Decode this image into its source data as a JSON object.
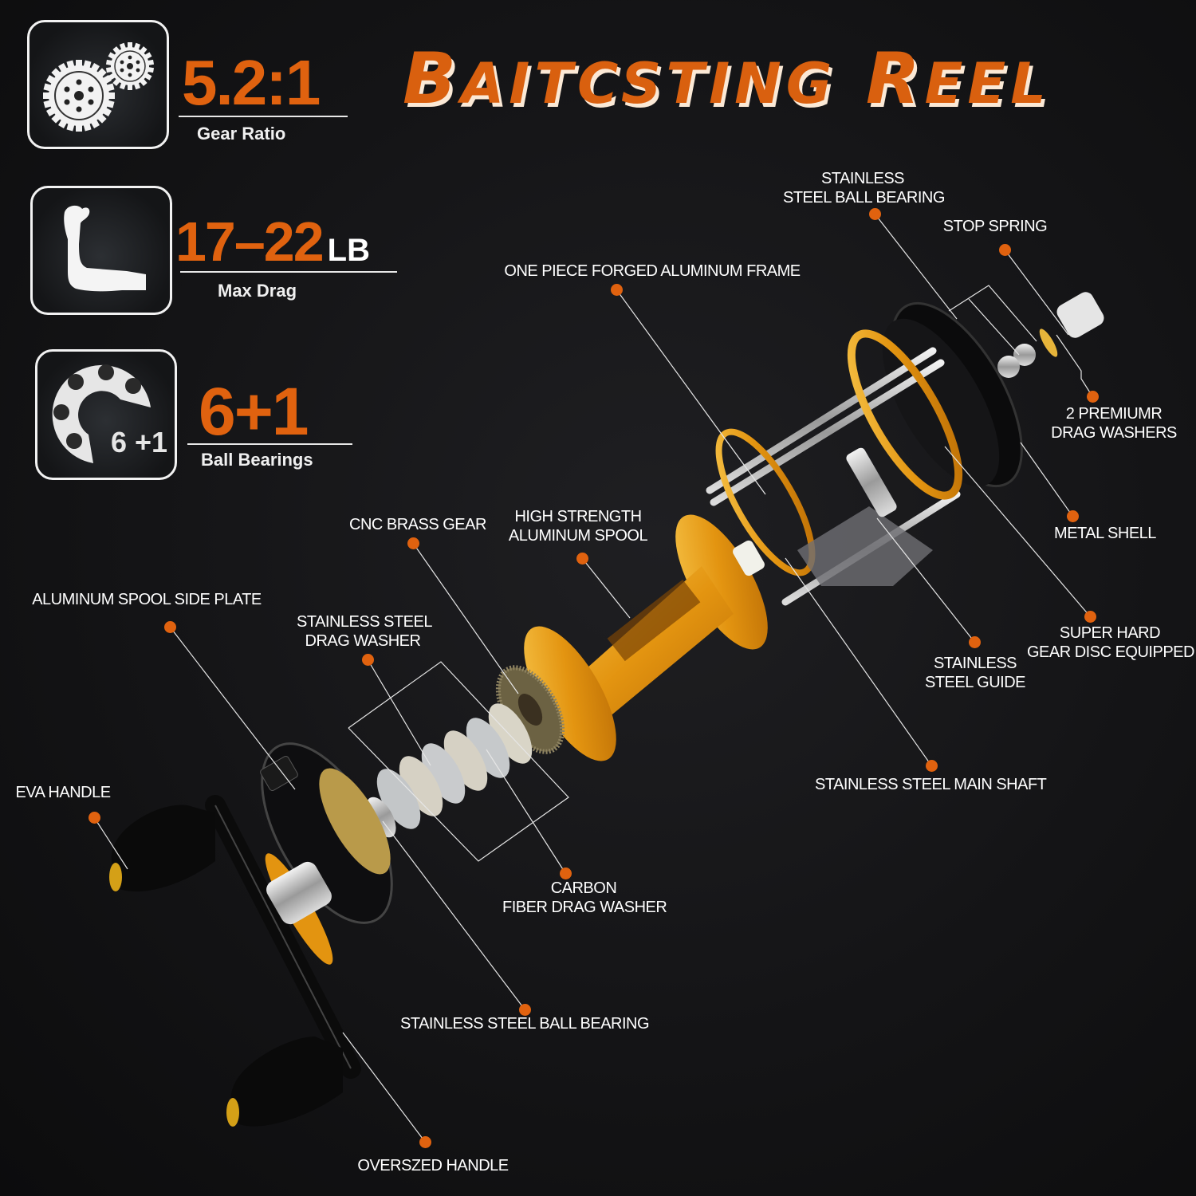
{
  "title": {
    "first_letter": "B",
    "rest_first": "AITCSTING",
    "space": " ",
    "second_letter": "R",
    "rest_second": "EEL"
  },
  "specs": [
    {
      "icon": "gears-icon",
      "value": "5.2:1",
      "unit": "",
      "label": "Gear Ratio"
    },
    {
      "icon": "flexed-arm-icon",
      "value": "17–22",
      "unit": "LB",
      "label": "Max Drag"
    },
    {
      "icon": "ball-bearing-icon",
      "icon_text": "6 +1",
      "value": "6+1",
      "unit": "",
      "label": "Ball Bearings"
    }
  ],
  "callouts": {
    "stainless_steel_ball_bearing_top": [
      "STAINLESS",
      "STEEL BALL BEARING"
    ],
    "stop_spring": [
      "STOP SPRING"
    ],
    "one_piece_frame": [
      "ONE PIECE FORGED ALUMINUM FRAME"
    ],
    "premium_drag_washers": [
      "2 PREMIUMR",
      "DRAG WASHERS"
    ],
    "metal_shell": [
      "METAL SHELL"
    ],
    "cnc_brass_gear": [
      "CNC BRASS GEAR"
    ],
    "high_strength_spool": [
      "HIGH STRENGTH",
      "ALUMINUM SPOOL"
    ],
    "aluminum_spool_side_plate": [
      "ALUMINUM SPOOL SIDE PLATE"
    ],
    "stainless_steel_drag_washer": [
      "STAINLESS STEEL",
      "DRAG WASHER"
    ],
    "super_hard_gear_disc": [
      "SUPER HARD",
      "GEAR DISC EQUIPPED"
    ],
    "stainless_steel_guide": [
      "STAINLESS",
      "STEEL GUIDE"
    ],
    "eva_handle": [
      "EVA HANDLE"
    ],
    "stainless_steel_main_shaft": [
      "STAINLESS STEEL MAIN SHAFT"
    ],
    "carbon_fiber_drag_washer": [
      "CARBON",
      "FIBER DRAG WASHER"
    ],
    "stainless_steel_ball_bearing_bottom": [
      "STAINLESS STEEL BALL BEARING"
    ],
    "oversized_handle": [
      "OVERSZED HANDLE"
    ]
  },
  "colors": {
    "accent_orange": "#e0620f",
    "gold": "#e8a317",
    "background": "#141416",
    "text": "#ffffff"
  }
}
